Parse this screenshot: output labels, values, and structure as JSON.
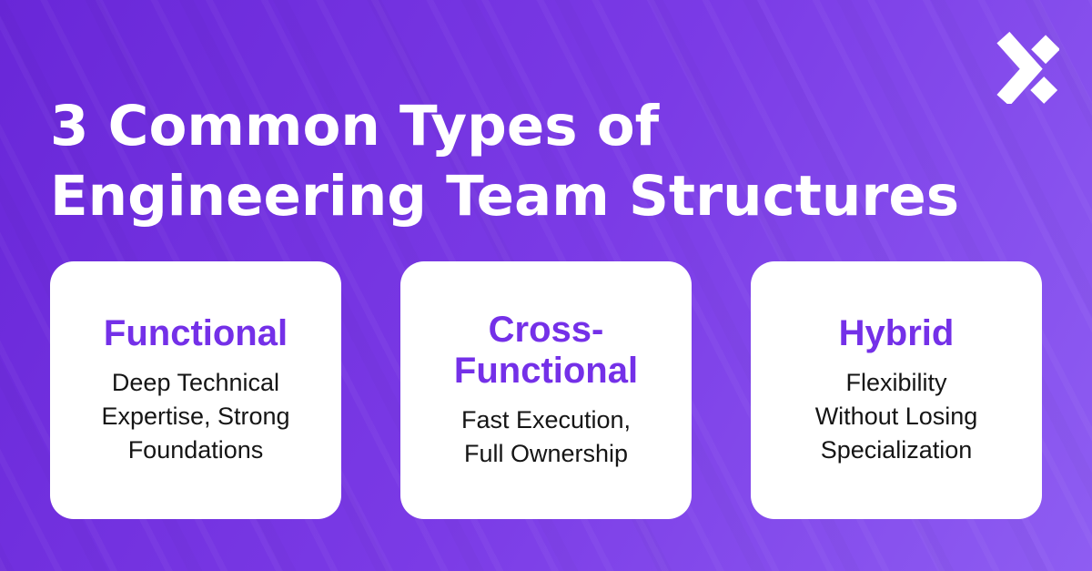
{
  "infographic": {
    "title_full": "3 Common Types of Engineering Team Structures",
    "title_lines": [
      "3 Common Types of",
      "Engineering Team Structures"
    ]
  },
  "logo": {
    "name": "x-cross-logo",
    "color": "#FFFFFF"
  },
  "cards": [
    {
      "heading": "Functional",
      "heading_lines": [
        "Functional"
      ],
      "description": "Deep Technical Expertise, Strong Foundations",
      "description_lines": [
        "Deep Technical",
        "Expertise, Strong",
        "Foundations"
      ]
    },
    {
      "heading": "Cross-Functional",
      "heading_lines": [
        "Cross-",
        "Functional"
      ],
      "description": "Fast Execution, Full Ownership",
      "description_lines": [
        "Fast Execution,",
        "Full Ownership"
      ]
    },
    {
      "heading": "Hybrid",
      "heading_lines": [
        "Hybrid"
      ],
      "description": "Flexibility Without Losing Specialization",
      "description_lines": [
        "Flexibility",
        "Without Losing",
        "Specialization"
      ]
    }
  ],
  "colors": {
    "background_gradient_start": "#6927D8",
    "background_gradient_end": "#8E5DF2",
    "accent_purple": "#7430E8",
    "card_background": "#FFFFFF",
    "title_text": "#FFFFFF",
    "body_text": "#151515"
  }
}
